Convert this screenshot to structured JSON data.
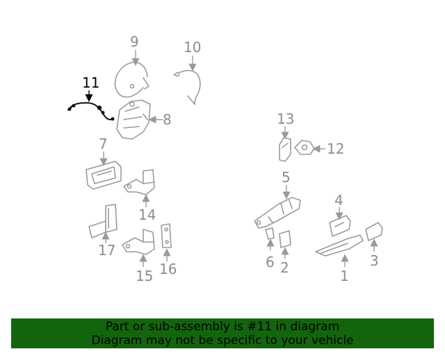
{
  "diagram": {
    "highlight_color": "#000000",
    "part_color": "#9a9a9a",
    "callouts": {
      "c1": "1",
      "c2": "2",
      "c3": "3",
      "c4": "4",
      "c5": "5",
      "c6": "6",
      "c7": "7",
      "c8": "8",
      "c9": "9",
      "c10": "10",
      "c11": "11",
      "c12": "12",
      "c13": "13",
      "c14": "14",
      "c15": "15",
      "c16": "16",
      "c17": "17"
    },
    "highlighted_callout": "11"
  },
  "banner": {
    "line1": "Part or sub-assembly is #11 in diagram",
    "line2": "Diagram may not be specific to your vehicle",
    "background": "#13650d"
  }
}
